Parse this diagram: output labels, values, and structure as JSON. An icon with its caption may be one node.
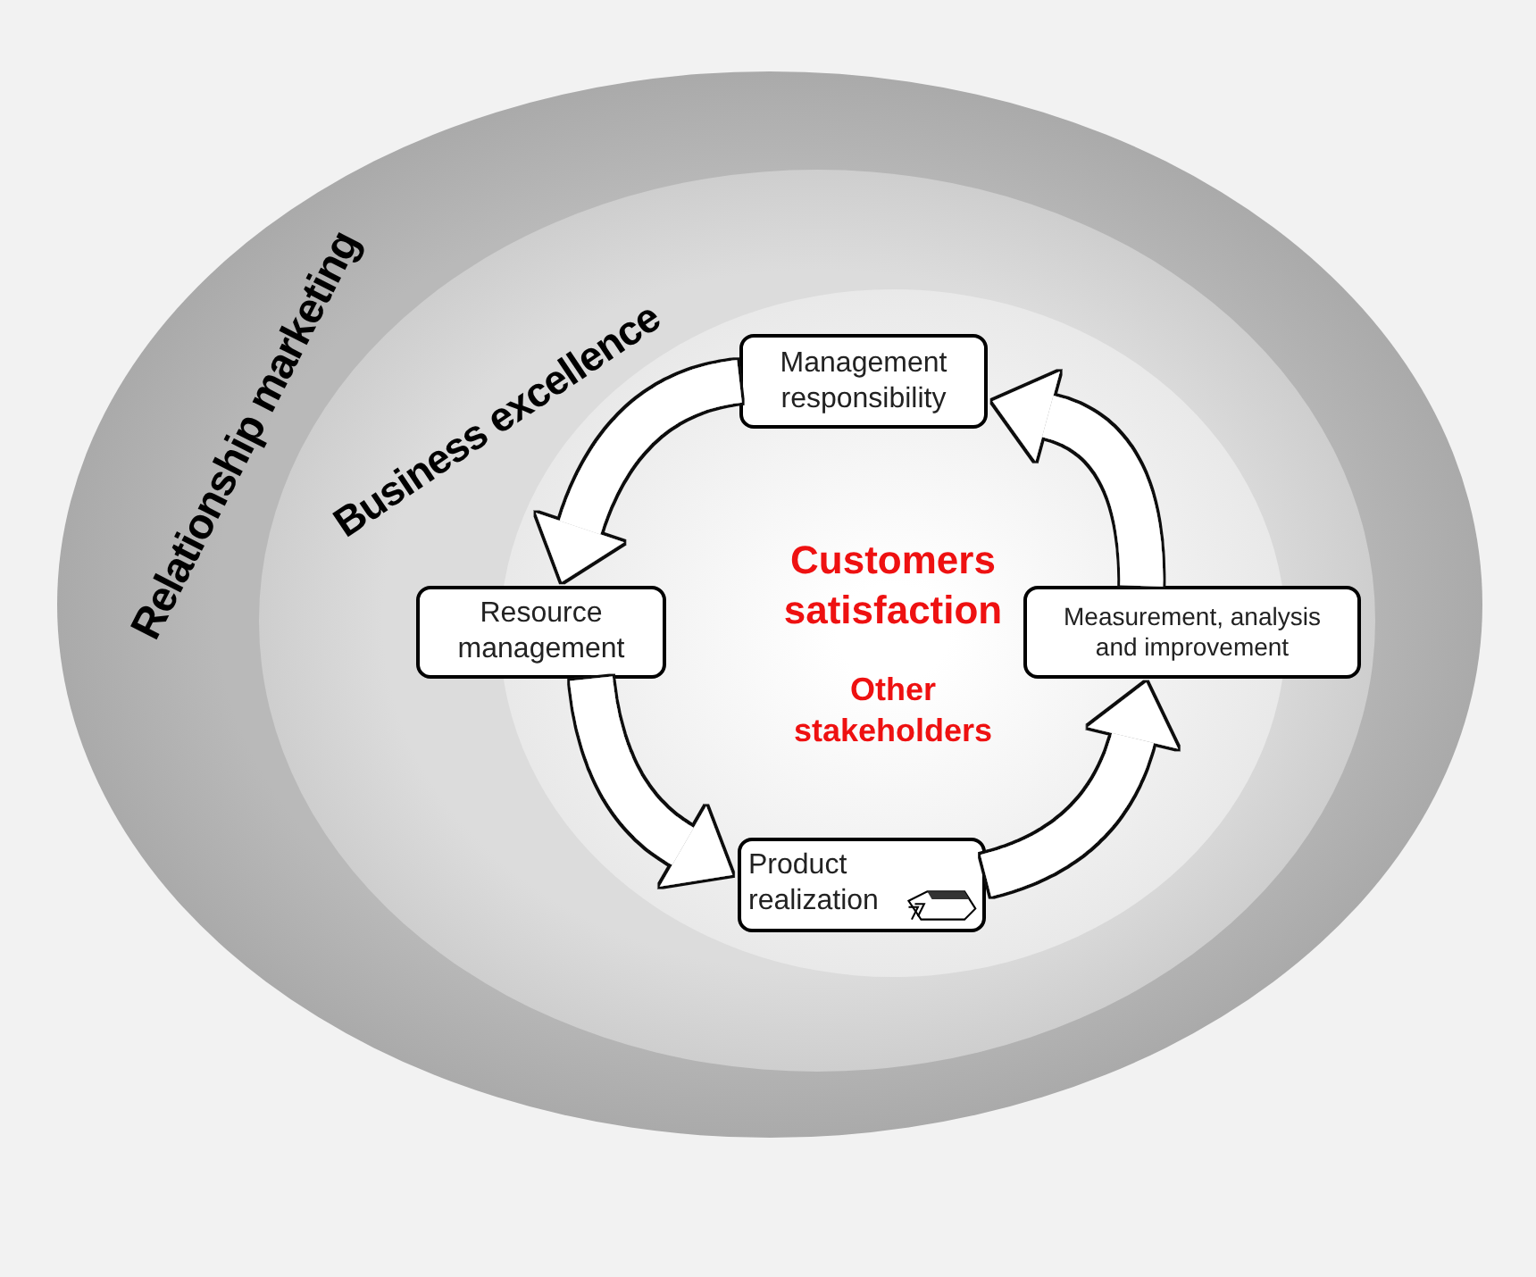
{
  "diagram": {
    "nodes": [
      {
        "text": [
          "Relationship marketing"
        ]
      },
      {
        "text": [
          "Business excellence"
        ],
        "in": 0
      },
      {
        "text": [
          "Customers satisfaction",
          "Other stakeholders"
        ],
        "in": 1
      },
      {
        "text": [
          "Management responsibility"
        ],
        "in": 2
      },
      {
        "text": [
          "Resource management"
        ],
        "in": 1
      },
      {
        "text": [
          "Product realization"
        ],
        "in": 2
      },
      {
        "text": [
          "Measurement, analysis and improvement"
        ],
        "in": 1
      }
    ],
    "edges": [
      {
        "from": 3,
        "to": 4,
        "arrow": "to"
      },
      {
        "from": 4,
        "to": 5,
        "arrow": "to"
      },
      {
        "from": 5,
        "to": 6,
        "arrow": "to"
      },
      {
        "from": 6,
        "to": 3,
        "arrow": "to"
      }
    ]
  }
}
